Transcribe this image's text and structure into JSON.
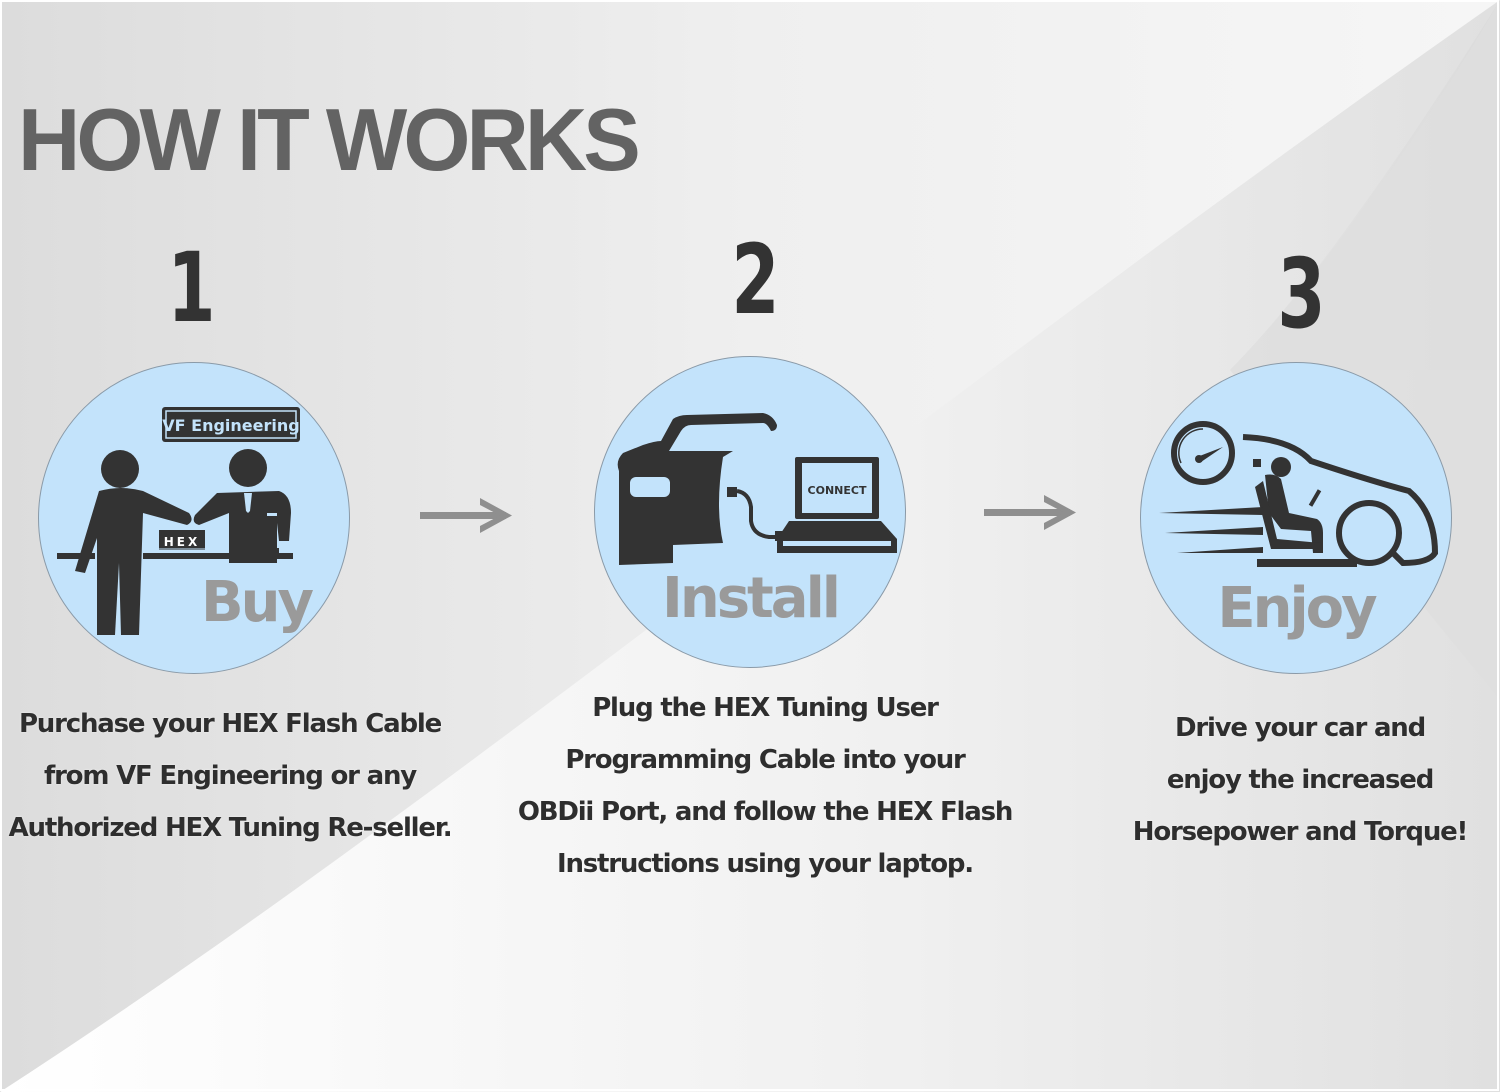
{
  "title": "HOW IT WORKS",
  "colors": {
    "circle_fill": "#c3e3fb",
    "icon": "#333333",
    "label": "#9a9a9a",
    "title": "#636363",
    "arrow": "#8f8f8f"
  },
  "steps": [
    {
      "number": "1",
      "icon": "handshake-purchase-icon",
      "sign_text": "VF Engineering",
      "box_text": "HEX",
      "label": "Buy",
      "description": [
        "Purchase your HEX Flash Cable",
        "from VF Engineering or any",
        "Authorized HEX Tuning Re-seller."
      ]
    },
    {
      "number": "2",
      "icon": "car-laptop-connect-icon",
      "screen_text": "CONNECT",
      "label": "Install",
      "description": [
        "Plug the HEX Tuning User",
        "Programming Cable into your",
        "OBDii Port,  and follow the HEX Flash",
        "Instructions using your laptop."
      ]
    },
    {
      "number": "3",
      "icon": "speeding-car-icon",
      "label": "Enjoy",
      "description": [
        "Drive your car and",
        "enjoy the increased",
        "Horsepower and Torque!"
      ]
    }
  ],
  "arrows": [
    "arrow-right-icon",
    "arrow-right-icon"
  ]
}
